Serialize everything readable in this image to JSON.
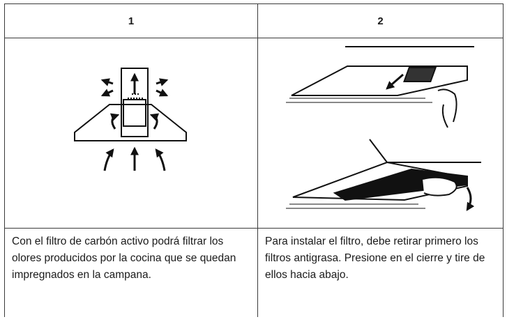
{
  "table": {
    "headers": [
      "1",
      "2"
    ],
    "texts": [
      "Con el filtro de carbón activo podrá filtrar los olores producidos por la cocina que se quedan impregnados en la campana.",
      "Para instalar el filtro, debe retirar primero los filtros antigrasa. Presione en el cierre y tire de ellos hacia abajo."
    ]
  },
  "figures": [
    {
      "icon": "range-hood-airflow-icon"
    },
    {
      "icon": "filter-removal-icon"
    }
  ]
}
